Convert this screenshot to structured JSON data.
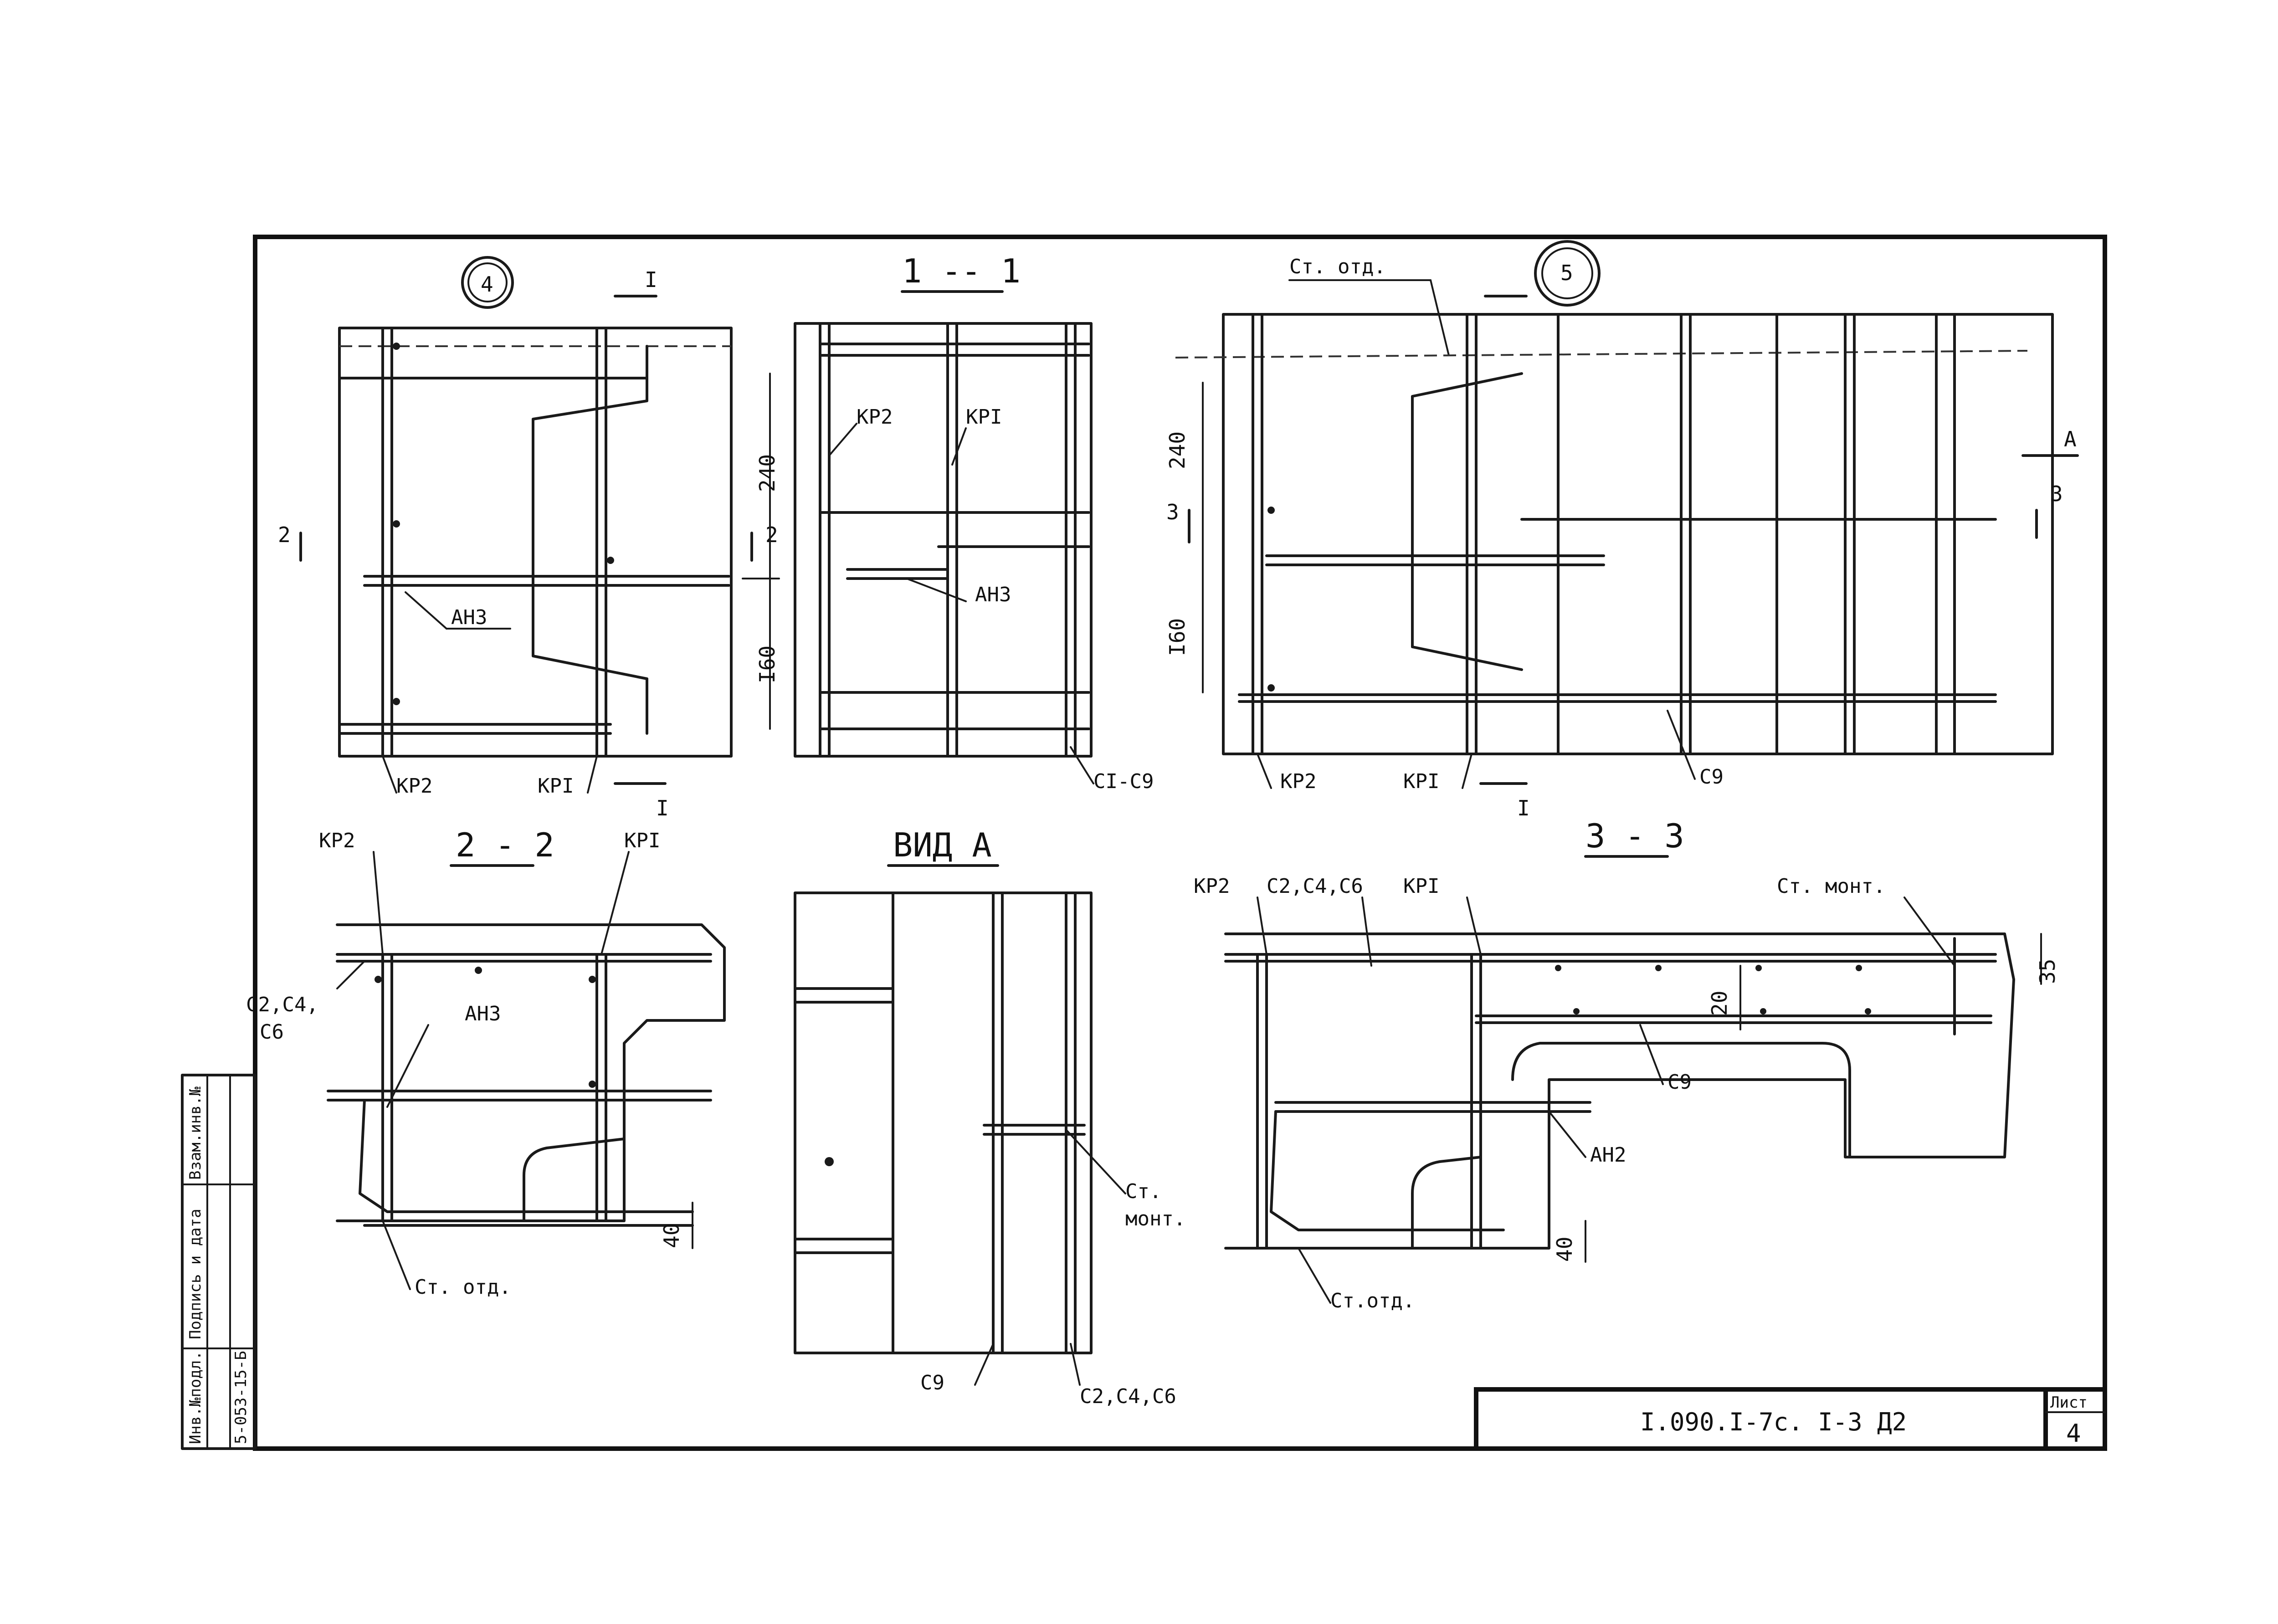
{
  "views": {
    "node4": {
      "bubble": "4"
    },
    "section11": {
      "title": "1 -- 1"
    },
    "node5": {
      "bubble": "5",
      "note": "Cт. отд."
    },
    "section22": {
      "title": "2 - 2"
    },
    "viewA": {
      "title": "ВИД  А"
    },
    "section33": {
      "title": "3 - 3"
    }
  },
  "labels": {
    "kr1": "КРI",
    "kr2": "КР2",
    "an3": "АН3",
    "an2": "АН2",
    "c1c9": "CI-C9",
    "c9": "C9",
    "c2c4c6": "C2,C4,C6",
    "c2c4": "C2,C4,",
    "c6": "C6",
    "st_mont": "Cт. монт.",
    "st": "Cт.",
    "mont": "монт.",
    "st_otd": "Cт. отд.",
    "st_otd2": "Cт.отд.",
    "sec_mark_1": "I",
    "sec_mark_2": "2",
    "sec_mark_3": "3",
    "view_mark_a": "А"
  },
  "dimensions": {
    "d240": "240",
    "d160": "I60",
    "d20": "20",
    "d35": "35",
    "d40": "40"
  },
  "side_stamp": {
    "col1": "Инв.№подл.",
    "col1_value": "5-053-15-Б",
    "col2": "Подпись и дата",
    "col3": "Взам.инв.№"
  },
  "title_block": {
    "code": "I.090.I-7с. I-3 Д2",
    "sheet_label": "Лист",
    "sheet_number": "4"
  }
}
